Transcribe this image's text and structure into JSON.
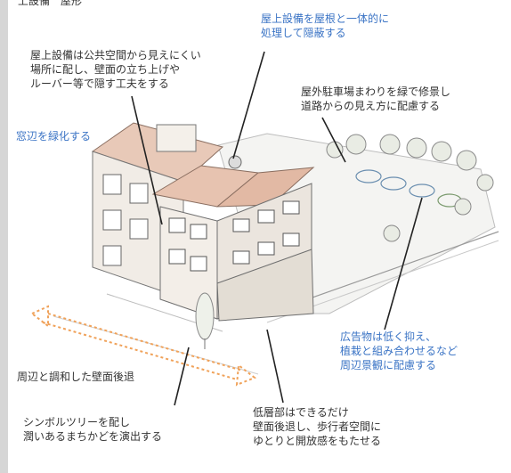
{
  "colors": {
    "blue_text": "#3b74c5",
    "dark_text": "#333333",
    "arrow": "#f0a25a"
  },
  "annotations": {
    "top_partial": "上設備　屋形",
    "rooftop_integrate": [
      "屋上設備を屋根と一体的に",
      "処理して隠蔽する"
    ],
    "rooftop_hide": [
      "屋上設備は公共空間から見えにくい",
      "場所に配し、壁面の立ち上げや",
      "ルーバー等で隠す工夫をする"
    ],
    "parking_green": [
      "屋外駐車場まわりを緑で修景し",
      "道路からの見え方に配慮する"
    ],
    "window_green": "窓辺を緑化する",
    "signage": [
      "広告物は低く抑え、",
      "植栽と組み合わせるなど",
      "周辺景観に配慮する"
    ],
    "setback": "周辺と調和した壁面後退",
    "symbol_tree": [
      "シンボルツリーを配し",
      "潤いあるまちかどを演出する"
    ],
    "low_floor": [
      "低層部はできるだけ",
      "壁面後退し、歩行者空間に",
      "ゆとりと開放感をもたせる"
    ]
  }
}
